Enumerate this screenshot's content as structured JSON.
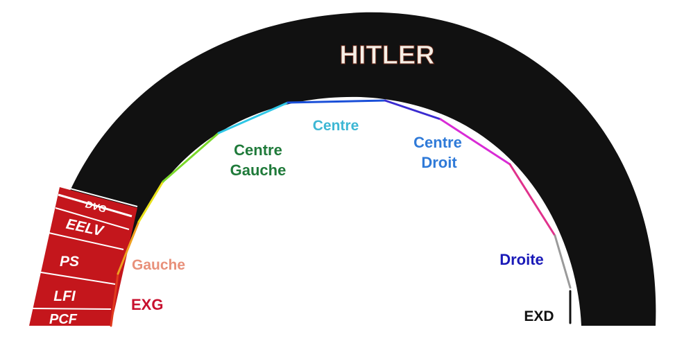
{
  "banner": {
    "text": "HITLER"
  },
  "left_segments": [
    {
      "label": "DVG",
      "color": "#c4161c"
    },
    {
      "label": "EELV",
      "color": "#c4161c"
    },
    {
      "label": "PS",
      "color": "#c4161c"
    },
    {
      "label": "LFI",
      "color": "#c4161c"
    },
    {
      "label": "PCF",
      "color": "#c4161c"
    }
  ],
  "spectrum_labels": {
    "exg": {
      "text": "EXG",
      "color": "#c8102e"
    },
    "gauche": {
      "text": "Gauche",
      "color": "#e8907a"
    },
    "centre_gauche_line1": {
      "text": "Centre",
      "color": "#1f7a3a"
    },
    "centre_gauche_line2": {
      "text": "Gauche",
      "color": "#1f7a3a"
    },
    "centre": {
      "text": "Centre",
      "color": "#3db7d4"
    },
    "centre_droit_line1": {
      "text": "Centre",
      "color": "#2f7ad8"
    },
    "centre_droit_line2": {
      "text": "Droit",
      "color": "#2f7ad8"
    },
    "droite": {
      "text": "Droite",
      "color": "#1a1ab8"
    },
    "exd": {
      "text": "EXD",
      "color": "#111111"
    }
  },
  "colors": {
    "arc_fill": "#111111",
    "left_block": "#c4161c",
    "banner_text": "#f5efe6"
  }
}
